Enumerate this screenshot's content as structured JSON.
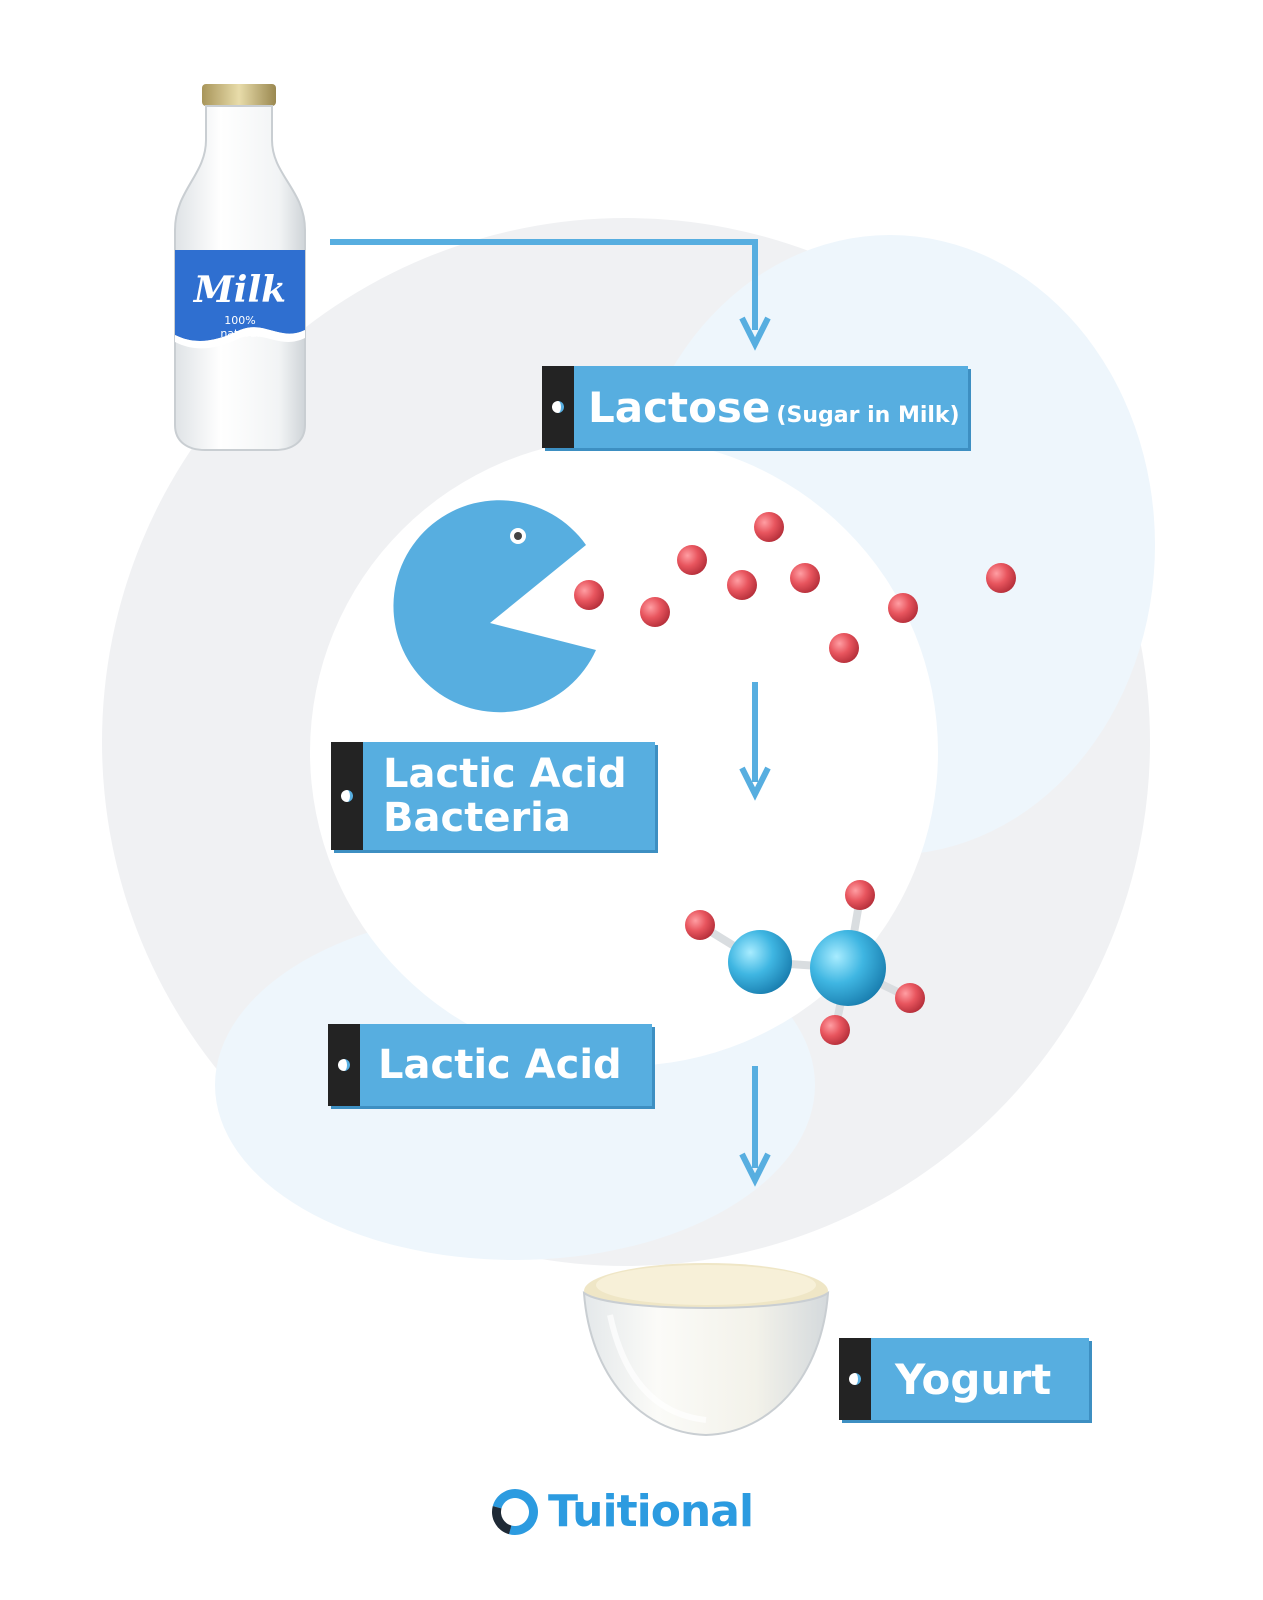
{
  "bottle": {
    "brand": "Milk",
    "subtitle_line1": "100%",
    "subtitle_line2": "natural"
  },
  "labels": {
    "lactose": {
      "main": "Lactose",
      "sub": "(Sugar in Milk)"
    },
    "bacteria": {
      "line1": "Lactic Acid",
      "line2": "Bacteria"
    },
    "lactic_acid": {
      "main": "Lactic Acid"
    },
    "yogurt": {
      "main": "Yogurt"
    }
  },
  "brand": {
    "name": "Tuitional"
  },
  "colors": {
    "accent": "#57aee0",
    "tab": "#232323",
    "molecule": "#e8555e",
    "bacteria": "#57aee0"
  }
}
